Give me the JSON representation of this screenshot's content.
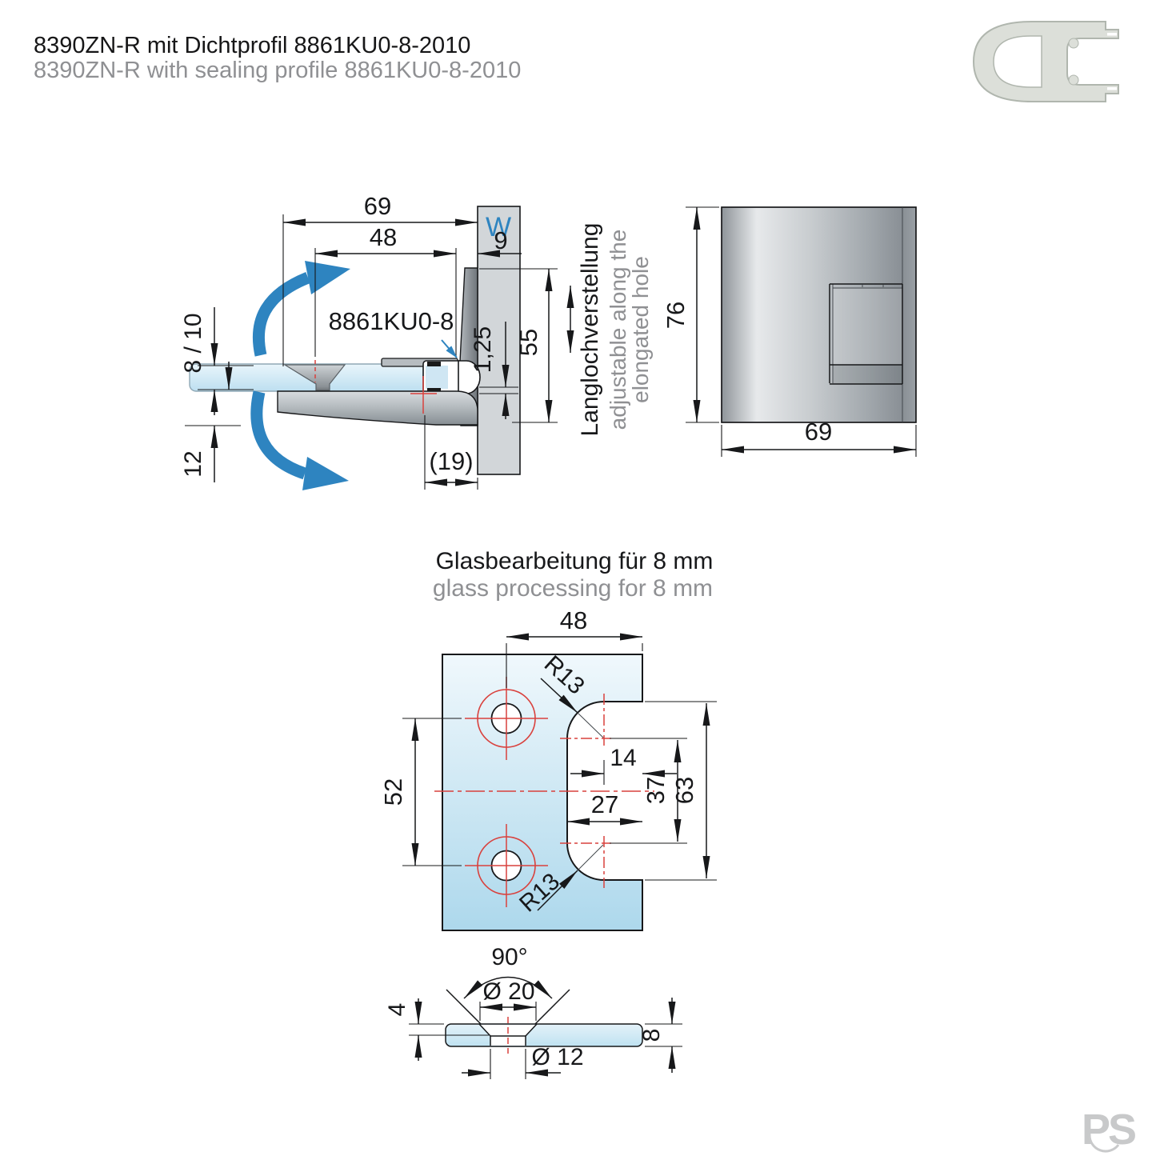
{
  "header": {
    "title_de": "8390ZN-R mit Dichtprofil 8861KU0-8-2010",
    "title_en": "8390ZN-R with sealing profile 8861KU0-8-2010"
  },
  "side_view": {
    "dim_total_width": "69",
    "dim_hole_offset": "48",
    "wall_label": "W",
    "dim_wall_gap": "9",
    "glass_thickness": "8 / 10",
    "part_label": "8861KU0-8",
    "dim_height": "55",
    "dim_seal_gap": "1,25",
    "dim_bottom": "12",
    "dim_depth": "(19)",
    "note_de": "Langlochverstellung",
    "note_en_line1": "adjustable along the",
    "note_en_line2": "elongated hole"
  },
  "front_view": {
    "dim_height": "76",
    "dim_width": "69"
  },
  "glass_processing": {
    "title_de": "Glasbearbeitung für 8 mm",
    "title_en": "glass processing for 8 mm",
    "dim_width": "48",
    "dim_hole_spacing": "52",
    "dim_notch_inner": "14",
    "dim_notch_width": "27",
    "dim_notch_straight": "37",
    "dim_notch_height": "63",
    "radius_top": "R13",
    "radius_bottom": "R13"
  },
  "section_view": {
    "angle": "90°",
    "dia_countersink": "Ø 20",
    "dia_hole": "Ø 12",
    "dim_countersink_depth": "4",
    "dim_glass_thickness": "8"
  },
  "logo_text": "PS",
  "colors": {
    "accent_blue": "#2e84c0",
    "centerline_red": "#d9413d",
    "muted_gray": "#8f9093"
  }
}
